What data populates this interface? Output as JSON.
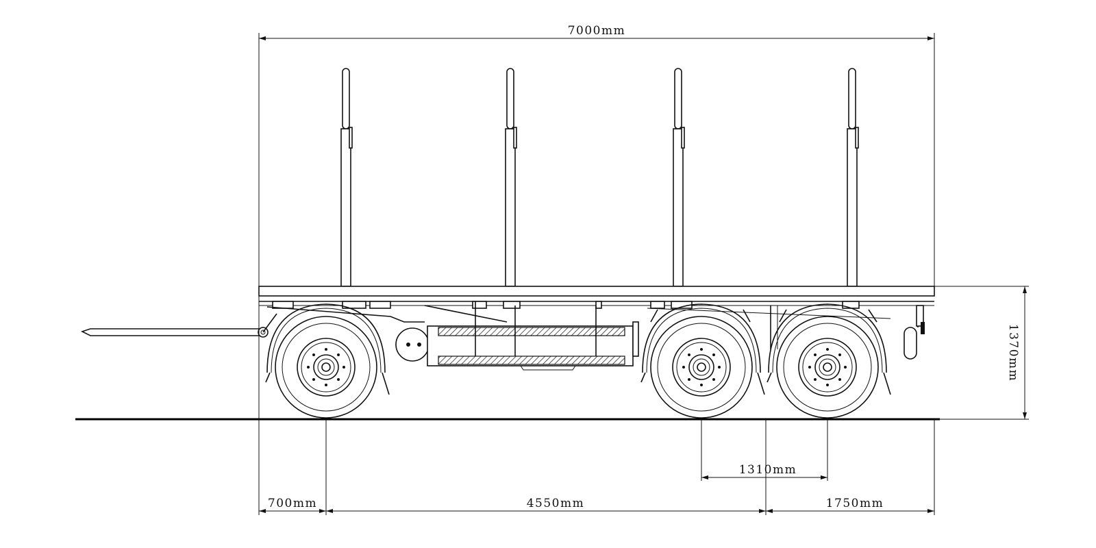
{
  "dimensions": {
    "overall_length": "7000mm",
    "height": "1370mm",
    "front_overhang": "700mm",
    "wheelbase": "4550mm",
    "axle_spacing": "1310mm",
    "rear_overhang": "1750mm"
  },
  "colors": {
    "line": "#111111",
    "background": "#ffffff"
  }
}
